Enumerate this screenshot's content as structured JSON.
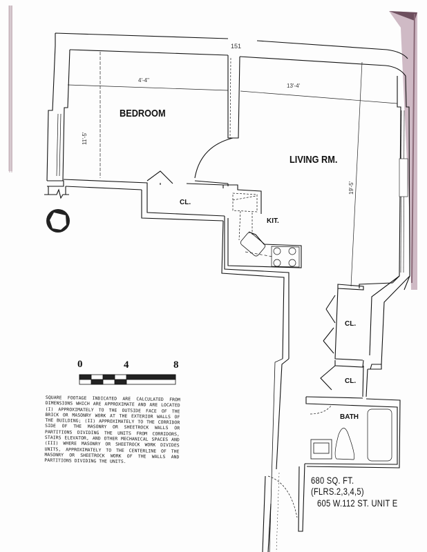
{
  "plan": {
    "unit_number_label": "151",
    "rooms": [
      {
        "id": "bedroom",
        "label": "BEDROOM"
      },
      {
        "id": "living",
        "label": "LIVING RM."
      },
      {
        "id": "kitchen",
        "label": "KIT."
      },
      {
        "id": "closet1",
        "label": "CL."
      },
      {
        "id": "closet2",
        "label": "CL."
      },
      {
        "id": "closet3",
        "label": "CL."
      },
      {
        "id": "bath",
        "label": "BATH"
      }
    ],
    "dimensions": {
      "bedroom_width": "4'-4\"",
      "living_width": "13'-4'",
      "bedroom_depth": "11'-5'",
      "living_depth": "19'-5'"
    }
  },
  "scale_bar": {
    "ticks": [
      "0",
      "4",
      "8"
    ]
  },
  "note": "SQUARE FOOTAGE INDICATED ARE CALCULATED FROM DIMENSIONS WHICH ARE APPROXIMATE AND ARE LOCATED (I) APPROXIMATELY TO THE OUTSIDE FACE OF THE BRICK OR MASONRY WORK AT THE EXTERIOR WALLS OF THE BUILDING; (II) APPROXIMATELY TO THE CORRIDOR SIDE OF THE MASONRY OR SHEETROCK WALLS OR PARTITIONS DIVIDING THE UNITS FROM CORRIDORS, STAIRS ELEVATOR, AND OTHER MECHANICAL SPACES AND (III) WHERE MASONRY OR SHEETROCK WORK DIVIDES UNITS, APPROXIMATELY TO THE CENTERLINE OF THE MASONRY OR SHEETROCK WORK OF THE WALLS AND PARTITIONS DIVIDING THE UNITS.",
  "info": {
    "area": "680 SQ. FT.(FLRS.2,3,4,5)",
    "address": "605 W.112 ST. UNIT E"
  },
  "colors": {
    "ink": "#111111",
    "paper": "#fdfdfd",
    "scan_edge": "#8a6a78"
  }
}
